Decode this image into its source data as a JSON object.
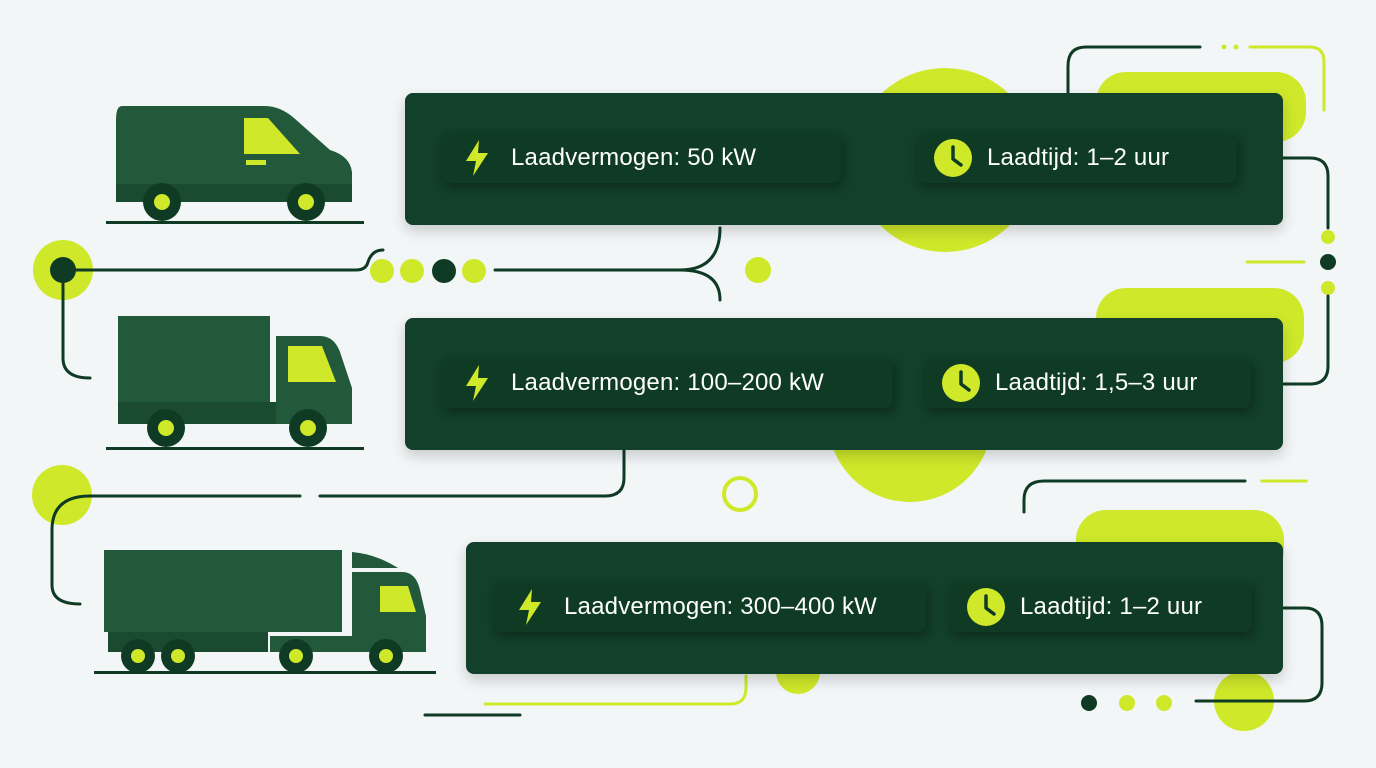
{
  "colors": {
    "background": "#f2f6f7",
    "panel": "#12402a",
    "vehicle_green": "#22593a",
    "accent_lime": "#cfe82a",
    "dark_line": "#0f3b25"
  },
  "rows": [
    {
      "vehicle": "van-icon",
      "power": {
        "icon": "lightning-icon",
        "label": "Laadvermogen: 50 kW"
      },
      "time": {
        "icon": "clock-icon",
        "label": "Laadtijd: 1–2 uur"
      }
    },
    {
      "vehicle": "box-truck-icon",
      "power": {
        "icon": "lightning-icon",
        "label": "Laadvermogen: 100–200 kW"
      },
      "time": {
        "icon": "clock-icon",
        "label": "Laadtijd: 1,5–3 uur"
      }
    },
    {
      "vehicle": "semi-truck-icon",
      "power": {
        "icon": "lightning-icon",
        "label": "Laadvermogen: 300–400 kW"
      },
      "time": {
        "icon": "clock-icon",
        "label": "Laadtijd: 1–2 uur"
      }
    }
  ]
}
